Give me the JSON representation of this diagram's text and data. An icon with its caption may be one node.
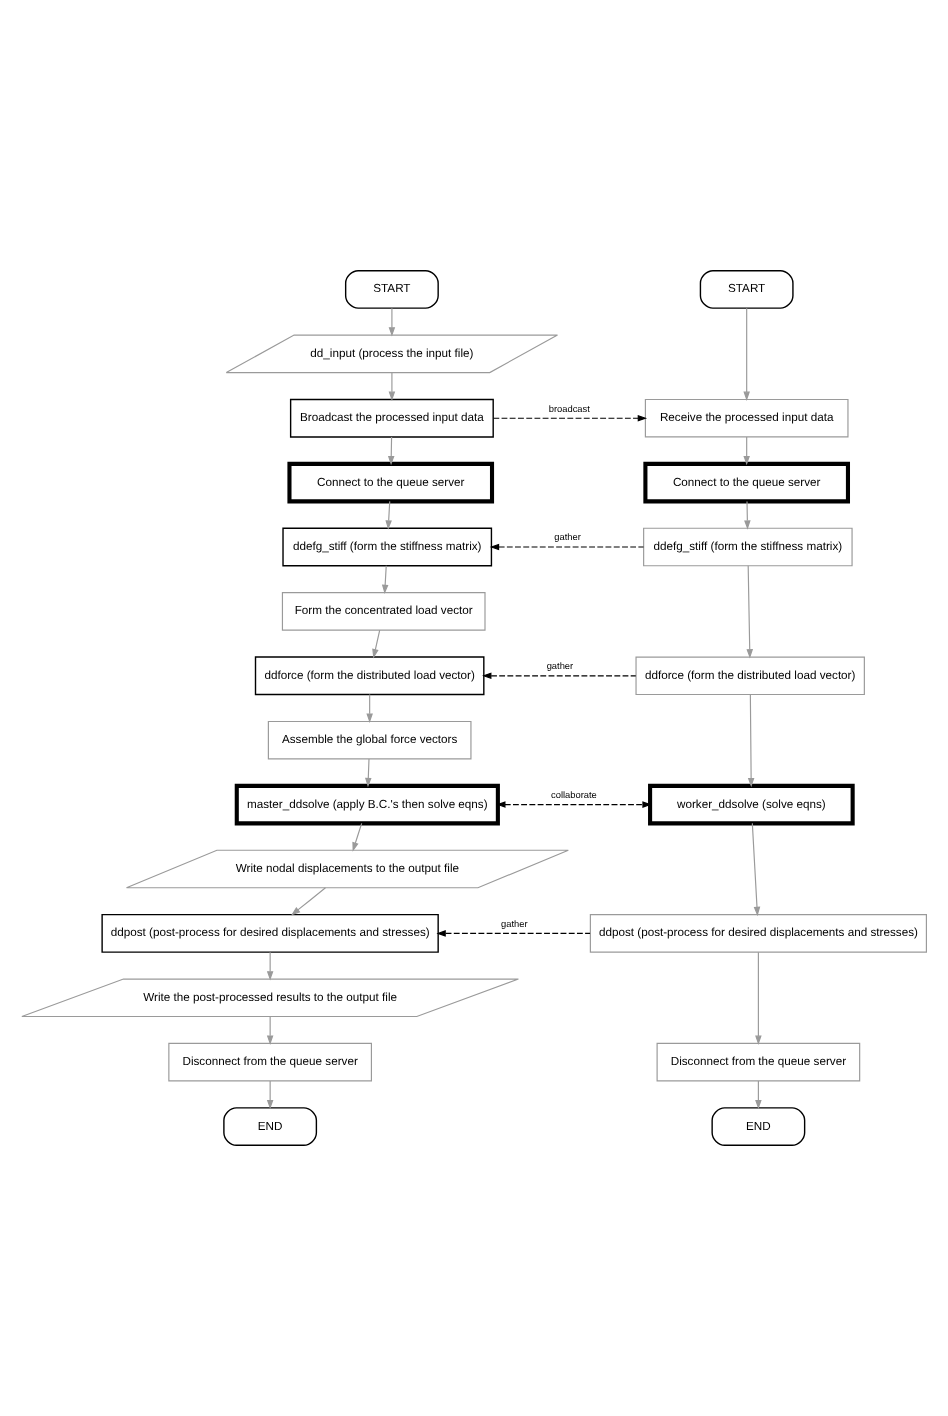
{
  "diagram": {
    "nodes": [
      {
        "text": [
          "START"
        ]
      },
      {
        "text": [
          "dd_input (process the input file)"
        ]
      },
      {
        "text": [
          "Broadcast the processed input data"
        ]
      },
      {
        "text": [
          "Connect to the queue server"
        ]
      },
      {
        "text": [
          "ddefg_stiff (form the stiffness matrix)"
        ]
      },
      {
        "text": [
          "Form the concentrated load vector"
        ]
      },
      {
        "text": [
          "ddforce (form the distributed load vector)"
        ]
      },
      {
        "text": [
          "Assemble the global force vectors"
        ]
      },
      {
        "text": [
          "master_ddsolve (apply B.C.'s then solve eqns)"
        ]
      },
      {
        "text": [
          "Write nodal displacements to the output file"
        ]
      },
      {
        "text": [
          "ddpost (post-process for desired displacements and stresses)"
        ]
      },
      {
        "text": [
          "Write the post-processed results to the output file"
        ]
      },
      {
        "text": [
          "Disconnect from the queue server"
        ]
      },
      {
        "text": [
          "END"
        ]
      },
      {
        "text": [
          "START"
        ]
      },
      {
        "text": [
          "Receive the processed input data"
        ]
      },
      {
        "text": [
          "Connect to the queue server"
        ]
      },
      {
        "text": [
          "ddefg_stiff (form the stiffness matrix)"
        ]
      },
      {
        "text": [
          "ddforce (form the distributed load vector)"
        ]
      },
      {
        "text": [
          "worker_ddsolve (solve eqns)"
        ]
      },
      {
        "text": [
          "ddpost (post-process for desired displacements and stresses)"
        ]
      },
      {
        "text": [
          "Disconnect from the queue server"
        ]
      },
      {
        "text": [
          "END"
        ]
      }
    ],
    "edges": [
      {
        "from": 0,
        "to": 1,
        "arrow": "to"
      },
      {
        "from": 1,
        "to": 2,
        "arrow": "to"
      },
      {
        "from": 2,
        "to": 3,
        "arrow": "to"
      },
      {
        "from": 3,
        "to": 4,
        "arrow": "to"
      },
      {
        "from": 4,
        "to": 5,
        "arrow": "to"
      },
      {
        "from": 5,
        "to": 6,
        "arrow": "to"
      },
      {
        "from": 6,
        "to": 7,
        "arrow": "to"
      },
      {
        "from": 7,
        "to": 8,
        "arrow": "to"
      },
      {
        "from": 8,
        "to": 9,
        "arrow": "to"
      },
      {
        "from": 9,
        "to": 10,
        "arrow": "to"
      },
      {
        "from": 10,
        "to": 11,
        "arrow": "to"
      },
      {
        "from": 11,
        "to": 12,
        "arrow": "to"
      },
      {
        "from": 12,
        "to": 13,
        "arrow": "to"
      },
      {
        "from": 14,
        "to": 15,
        "arrow": "to"
      },
      {
        "from": 15,
        "to": 16,
        "arrow": "to"
      },
      {
        "from": 16,
        "to": 17,
        "arrow": "to"
      },
      {
        "from": 17,
        "to": 18,
        "arrow": "to"
      },
      {
        "from": 18,
        "to": 19,
        "arrow": "to"
      },
      {
        "from": 19,
        "to": 20,
        "arrow": "to"
      },
      {
        "from": 20,
        "to": 21,
        "arrow": "to"
      },
      {
        "from": 21,
        "to": 22,
        "arrow": "to"
      },
      {
        "from": 2,
        "to": 15,
        "arrow": "to",
        "label": "broadcast",
        "style": "dashed",
        "color": "#000000"
      },
      {
        "from": 17,
        "to": 4,
        "arrow": "to",
        "label": "gather",
        "style": "dashed",
        "color": "#000000"
      },
      {
        "from": 18,
        "to": 6,
        "arrow": "to",
        "label": "gather",
        "style": "dashed",
        "color": "#000000"
      },
      {
        "from": 8,
        "to": 19,
        "arrow": "both",
        "label": "collaborate",
        "style": "dashed",
        "color": "#000000"
      },
      {
        "from": 20,
        "to": 10,
        "arrow": "to",
        "label": "gather",
        "style": "dashed",
        "color": "#000000"
      }
    ]
  }
}
